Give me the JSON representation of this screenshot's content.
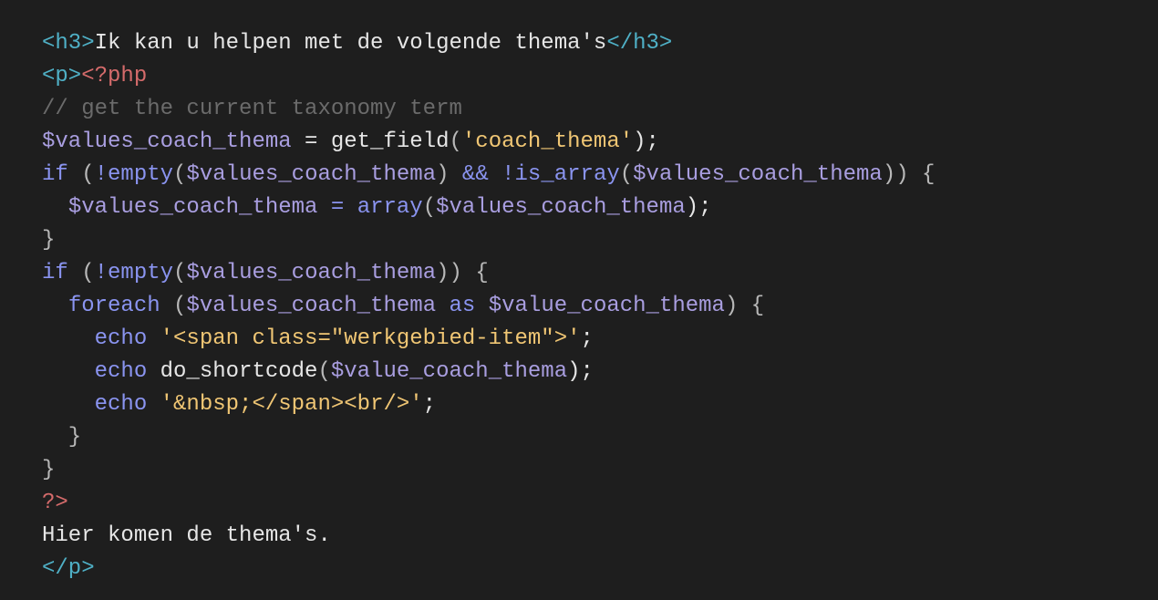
{
  "editor": {
    "lines": [
      [
        {
          "t": "<h3>",
          "k": "tag"
        },
        {
          "t": "Ik kan u helpen met de volgende thema's",
          "k": "plain"
        },
        {
          "t": "</h3>",
          "k": "tag"
        }
      ],
      [
        {
          "t": "<p>",
          "k": "tag"
        },
        {
          "t": "<?php",
          "k": "php"
        }
      ],
      [
        {
          "t": "// get the current taxonomy term",
          "k": "comment"
        }
      ],
      [
        {
          "t": "$values_coach_thema",
          "k": "var"
        },
        {
          "t": " = ",
          "k": "plain"
        },
        {
          "t": "get_field",
          "k": "plain"
        },
        {
          "t": "(",
          "k": "punc"
        },
        {
          "t": "'coach_thema'",
          "k": "str"
        },
        {
          "t": ");",
          "k": "plain"
        }
      ],
      [
        {
          "t": "if",
          "k": "kw"
        },
        {
          "t": " (",
          "k": "punc"
        },
        {
          "t": "!empty",
          "k": "kw"
        },
        {
          "t": "(",
          "k": "punc"
        },
        {
          "t": "$values_coach_thema",
          "k": "var"
        },
        {
          "t": ") ",
          "k": "punc"
        },
        {
          "t": "&& !",
          "k": "kw"
        },
        {
          "t": "is_array",
          "k": "kw"
        },
        {
          "t": "(",
          "k": "punc"
        },
        {
          "t": "$values_coach_thema",
          "k": "var"
        },
        {
          "t": ")) {",
          "k": "punc"
        }
      ],
      [
        {
          "t": "  ",
          "k": "plain"
        },
        {
          "t": "$values_coach_thema",
          "k": "var"
        },
        {
          "t": " = ",
          "k": "op"
        },
        {
          "t": "array",
          "k": "kw"
        },
        {
          "t": "(",
          "k": "punc"
        },
        {
          "t": "$values_coach_thema",
          "k": "var"
        },
        {
          "t": ");",
          "k": "plain"
        }
      ],
      [
        {
          "t": "}",
          "k": "punc"
        }
      ],
      [
        {
          "t": "if",
          "k": "kw"
        },
        {
          "t": " (",
          "k": "punc"
        },
        {
          "t": "!empty",
          "k": "kw"
        },
        {
          "t": "(",
          "k": "punc"
        },
        {
          "t": "$values_coach_thema",
          "k": "var"
        },
        {
          "t": ")) {",
          "k": "punc"
        }
      ],
      [
        {
          "t": "  ",
          "k": "plain"
        },
        {
          "t": "foreach",
          "k": "kw"
        },
        {
          "t": " (",
          "k": "punc"
        },
        {
          "t": "$values_coach_thema",
          "k": "var"
        },
        {
          "t": " as ",
          "k": "kw"
        },
        {
          "t": "$value_coach_thema",
          "k": "var"
        },
        {
          "t": ") {",
          "k": "punc"
        }
      ],
      [
        {
          "t": "    ",
          "k": "plain"
        },
        {
          "t": "echo",
          "k": "kw"
        },
        {
          "t": " ",
          "k": "plain"
        },
        {
          "t": "'<span class=\"werkgebied-item\">'",
          "k": "str"
        },
        {
          "t": ";",
          "k": "plain"
        }
      ],
      [
        {
          "t": "    ",
          "k": "plain"
        },
        {
          "t": "echo",
          "k": "kw"
        },
        {
          "t": " do_shortcode",
          "k": "plain"
        },
        {
          "t": "(",
          "k": "punc"
        },
        {
          "t": "$value_coach_thema",
          "k": "var"
        },
        {
          "t": ");",
          "k": "plain"
        }
      ],
      [
        {
          "t": "    ",
          "k": "plain"
        },
        {
          "t": "echo",
          "k": "kw"
        },
        {
          "t": " ",
          "k": "plain"
        },
        {
          "t": "'&nbsp;</span><br/>'",
          "k": "str"
        },
        {
          "t": ";",
          "k": "plain"
        }
      ],
      [
        {
          "t": "  }",
          "k": "punc"
        }
      ],
      [
        {
          "t": "}",
          "k": "punc"
        }
      ],
      [
        {
          "t": "?>",
          "k": "php"
        }
      ],
      [
        {
          "t": "Hier komen de thema's.",
          "k": "plain"
        }
      ],
      [
        {
          "t": "</p>",
          "k": "tag"
        }
      ]
    ],
    "colors": {
      "background": "#1e1e1e",
      "tag": "#4fb0c6",
      "php": "#d56b6b",
      "comment": "#6b6b6b",
      "var": "#a99ee0",
      "plain": "#e6e6e6",
      "str": "#f0c674",
      "kw": "#8a94f0",
      "punc": "#b8b8b8"
    }
  }
}
